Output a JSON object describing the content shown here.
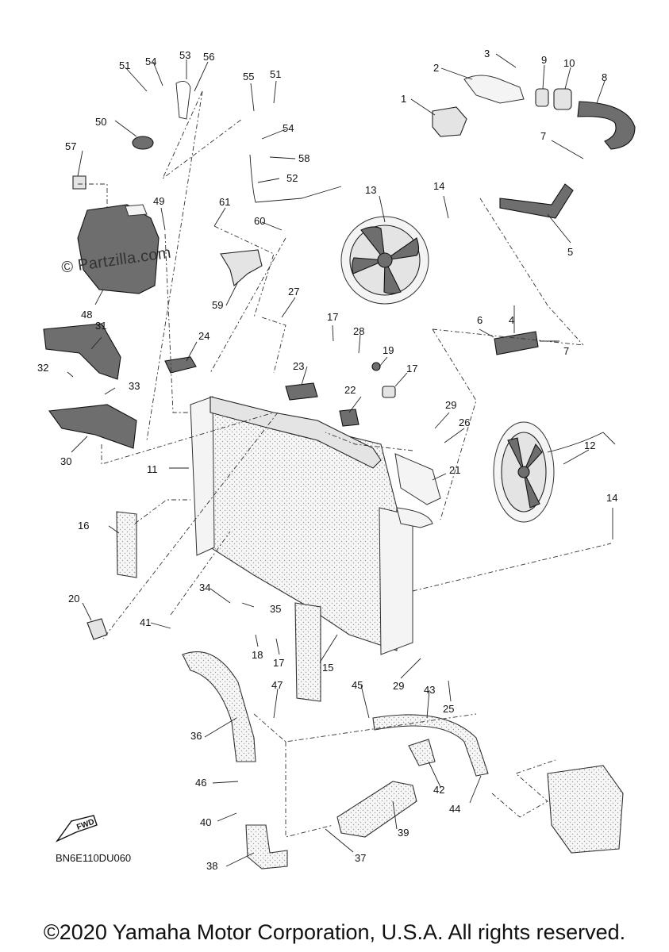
{
  "watermark": "© Partzilla.com",
  "diagram_code": "BN6E110DU060",
  "fwd_label": "FWD",
  "copyright": "©2020 Yamaha Motor Corporation, U.S.A. All rights reserved.",
  "callouts": [
    "1",
    "2",
    "3",
    "4",
    "5",
    "6",
    "7",
    "7",
    "8",
    "9",
    "10",
    "11",
    "12",
    "13",
    "14",
    "14",
    "15",
    "16",
    "17",
    "17",
    "17",
    "18",
    "19",
    "20",
    "21",
    "22",
    "23",
    "24",
    "25",
    "26",
    "27",
    "28",
    "29",
    "29",
    "30",
    "31",
    "32",
    "33",
    "34",
    "35",
    "36",
    "37",
    "38",
    "39",
    "40",
    "41",
    "42",
    "43",
    "44",
    "45",
    "46",
    "47",
    "48",
    "49",
    "50",
    "51",
    "51",
    "52",
    "53",
    "54",
    "54",
    "55",
    "56",
    "57",
    "58",
    "59",
    "60",
    "61"
  ]
}
